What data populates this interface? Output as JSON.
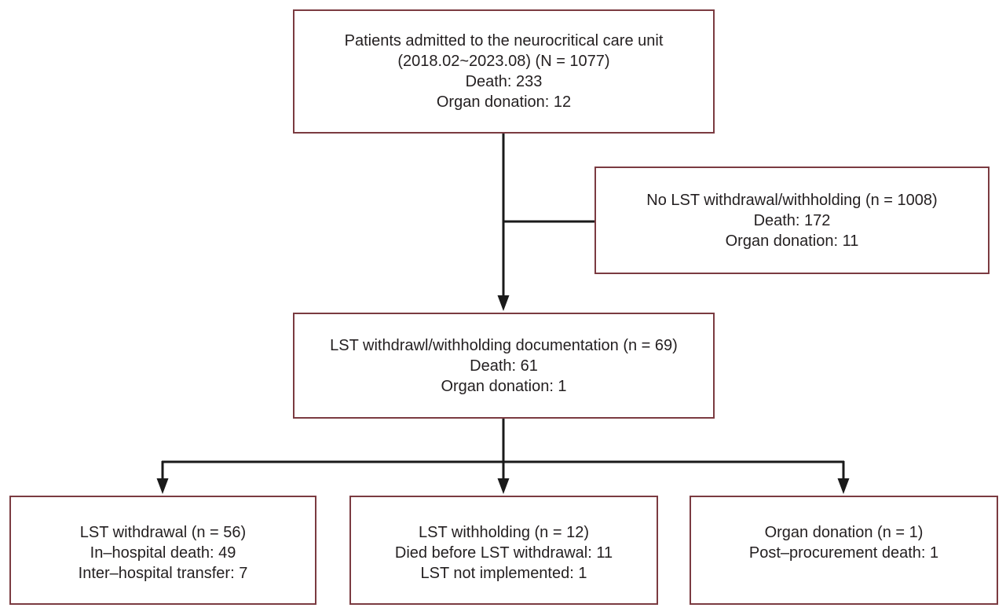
{
  "colors": {
    "background": "#ffffff",
    "box_border": "#7b3b41",
    "text": "#231f20",
    "line": "#1a1a1a"
  },
  "flowchart": {
    "boxes": {
      "admitted": {
        "lines": [
          "Patients admitted to the neurocritical care unit",
          "(2018.02~2023.08) (N = 1077)",
          "Death: 233",
          "Organ donation: 12"
        ]
      },
      "no_lst": {
        "lines": [
          "No LST withdrawal/withholding (n = 1008)",
          "Death: 172",
          "Organ donation: 11"
        ]
      },
      "lst_documentation": {
        "lines": [
          "LST withdrawl/withholding documentation (n = 69)",
          "Death: 61",
          "Organ donation: 1"
        ]
      },
      "lst_withdrawal": {
        "lines": [
          "LST withdrawal (n = 56)",
          "In–hospital death: 49",
          "Inter–hospital transfer: 7"
        ]
      },
      "lst_withholding": {
        "lines": [
          "LST withholding (n = 12)",
          "Died before LST withdrawal: 11",
          "LST not implemented: 1"
        ]
      },
      "organ_donation": {
        "lines": [
          "Organ donation (n = 1)",
          "Post–procurement death: 1"
        ]
      }
    }
  }
}
